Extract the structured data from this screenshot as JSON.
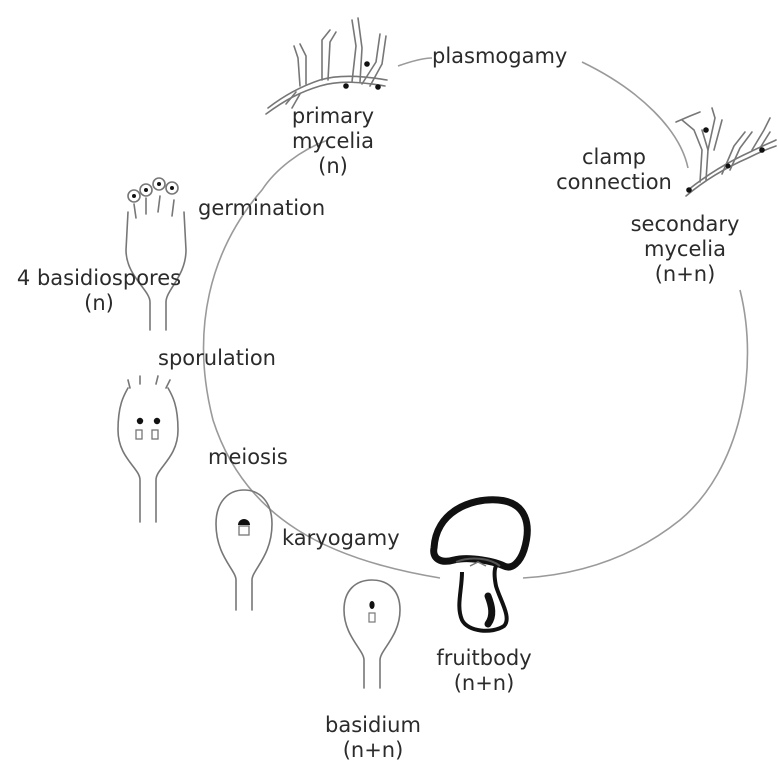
{
  "stages": {
    "primary_mycelia": {
      "line1": "primary",
      "line2": "mycelia",
      "ploidy": "(n)"
    },
    "secondary_mycelia": {
      "line1": "secondary",
      "line2": "mycelia",
      "ploidy": "(n+n)"
    },
    "fruitbody": {
      "label": "fruitbody",
      "ploidy": "(n+n)"
    },
    "basidium": {
      "label": "basidium",
      "ploidy": "(n+n)"
    },
    "basidiospores": {
      "label": "4 basidiospores",
      "ploidy": "(n)"
    }
  },
  "processes": {
    "plasmogamy": "plasmogamy",
    "clamp_line1": "clamp",
    "clamp_line2": "connection",
    "germination": "germination",
    "sporulation": "sporulation",
    "meiosis": "meiosis",
    "karyogamy": "karyogamy"
  },
  "colors": {
    "line": "#777777",
    "cycle": "#9a9a9a",
    "ink": "#111111",
    "text": "#2b2b2b"
  },
  "icons": [
    "hypha-icon",
    "mushroom-icon",
    "basidium-icon"
  ]
}
